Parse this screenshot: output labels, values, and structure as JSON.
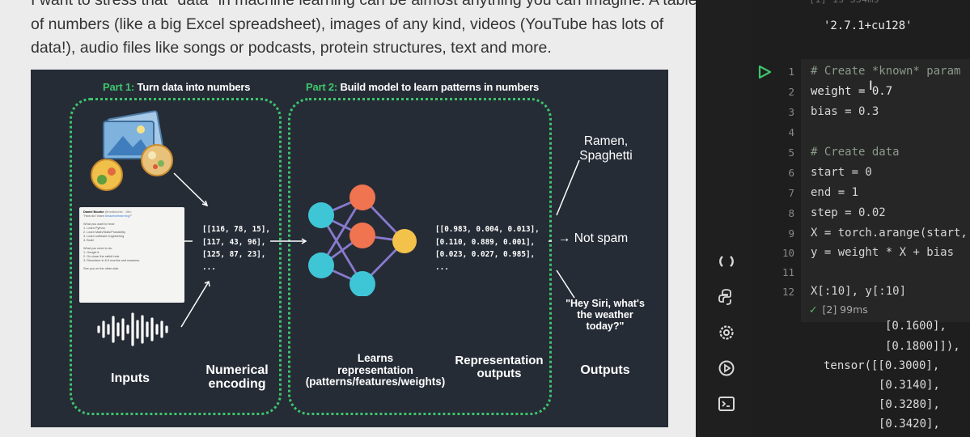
{
  "article": {
    "line0": "I want to stress that \"data\" in machine learning can be almost anything you can imagine. A table",
    "line1": "of numbers (like a big Excel spreadsheet), images of any kind, videos (YouTube has lots of",
    "line2": "data!), audio files like songs or podcasts, protein structures, text and more."
  },
  "figure": {
    "part1_prefix": "Part 1:",
    "part1_rest": " Turn data into numbers",
    "part2_prefix": "Part 2:",
    "part2_rest": " Build model to learn patterns in numbers",
    "labels": {
      "inputs": "Inputs",
      "numerical_encoding_1": "Numerical",
      "numerical_encoding_2": "encoding",
      "learns_1": "Learns",
      "learns_2": "representation",
      "learns_3": "(patterns/features/weights)",
      "rep_outputs_1": "Representation",
      "rep_outputs_2": "outputs",
      "outputs": "Outputs"
    },
    "encoding_rows": [
      "[[116, 78, 15],",
      "[117, 43, 96],",
      "[125, 87, 23],",
      "..."
    ],
    "rep_rows": [
      "[[0.983, 0.004, 0.013],",
      "[0.110, 0.889, 0.001],",
      "[0.023, 0.027, 0.985],",
      "..."
    ],
    "outputs_list": {
      "o1_line1": "Ramen,",
      "o1_line2": "Spaghetti",
      "o2": "→ Not spam",
      "o3_line1": "\"Hey Siri, what's",
      "o3_line2": "the weather",
      "o3_line3": "today?\""
    },
    "tweet": {
      "author": "Daniel Bourke",
      "handle": "@mrdbourke · 16m",
      "question_prefix": "\"How do I learn ",
      "question_link": "#machinelearning",
      "question_suffix": "?\"",
      "want_title": "What you want to hear:",
      "want_items": [
        "1. Learn Python",
        "2. Learn Math/Stats/Probability",
        "3. Learn software engineering",
        "4. Build"
      ],
      "need_title": "What you need to do:",
      "need_items": [
        "1. Google it",
        "2. Go down the rabbit hole",
        "3. Resurface in 6-9 months and reassess"
      ],
      "signoff": "See you on the other side."
    },
    "colors": {
      "green": "#3ec46d",
      "node_cyan": "#3fc6d6",
      "node_orange": "#f0744f",
      "node_yellow": "#f3c24a",
      "background": "#262c36"
    }
  },
  "colab": {
    "version_output": "'2.7.1+cu128'",
    "code_lines": [
      {
        "num": "1",
        "text": "# Create *known* param"
      },
      {
        "num": "2",
        "text": "weight = 0.7"
      },
      {
        "num": "3",
        "text": "bias = 0.3"
      },
      {
        "num": "4",
        "text": ""
      },
      {
        "num": "5",
        "text": "# Create data"
      },
      {
        "num": "6",
        "text": "start = 0"
      },
      {
        "num": "7",
        "text": "end = 1"
      },
      {
        "num": "8",
        "text": "step = 0.02"
      },
      {
        "num": "9",
        "text": "X = torch.arange(start,"
      },
      {
        "num": "10",
        "text": "y = weight * X + bias"
      },
      {
        "num": "11",
        "text": ""
      },
      {
        "num": "12",
        "text": "X[:10], y[:10]"
      }
    ],
    "exec_status": "[2] 99ms",
    "output_lines": [
      "[0.1600],",
      "[0.1800]]),",
      "tensor([[0.3000],",
      "[0.3140],",
      "[0.3280],",
      "[0.3420],"
    ],
    "sidebar_icons": [
      "refresh-icon",
      "python-icon",
      "settings-icon",
      "play-circle-icon",
      "terminal-icon"
    ]
  }
}
